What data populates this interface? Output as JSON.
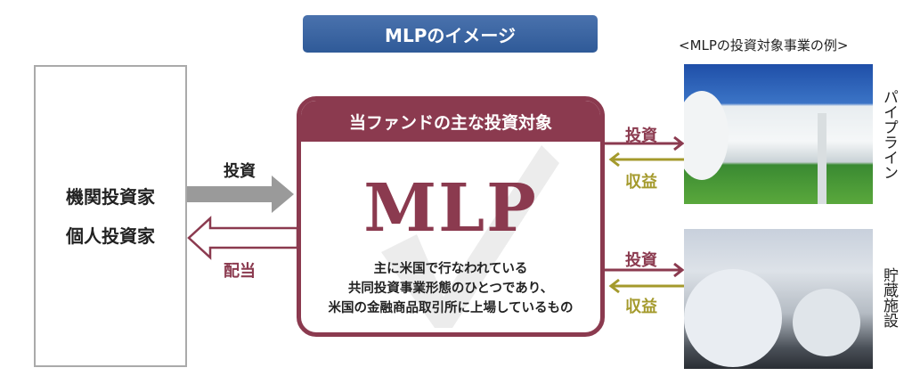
{
  "title": "MLPのイメージ",
  "investors": {
    "line1": "機関投資家",
    "line2": "個人投資家"
  },
  "flows": {
    "invest": "投資",
    "dividend": "配当"
  },
  "mlp_box": {
    "header": "当ファンドの主な投資対象",
    "name": "MLP",
    "desc1": "主に米国で行なわれている",
    "desc2": "共同投資事業形態のひとつであり、",
    "desc3": "米国の金融商品取引所に上場しているもの"
  },
  "right_flows": [
    {
      "invest": "投資",
      "return": "収益"
    },
    {
      "invest": "投資",
      "return": "収益"
    }
  ],
  "examples": {
    "title": "<MLPの投資対象事業の例>",
    "items": [
      {
        "label": "パイプライン"
      },
      {
        "label": "貯蔵施設"
      }
    ]
  },
  "colors": {
    "maroon": "#8b3a4f",
    "olive": "#a49a2c",
    "blue": "#3a64a2",
    "gray": "#9a9a9a"
  }
}
